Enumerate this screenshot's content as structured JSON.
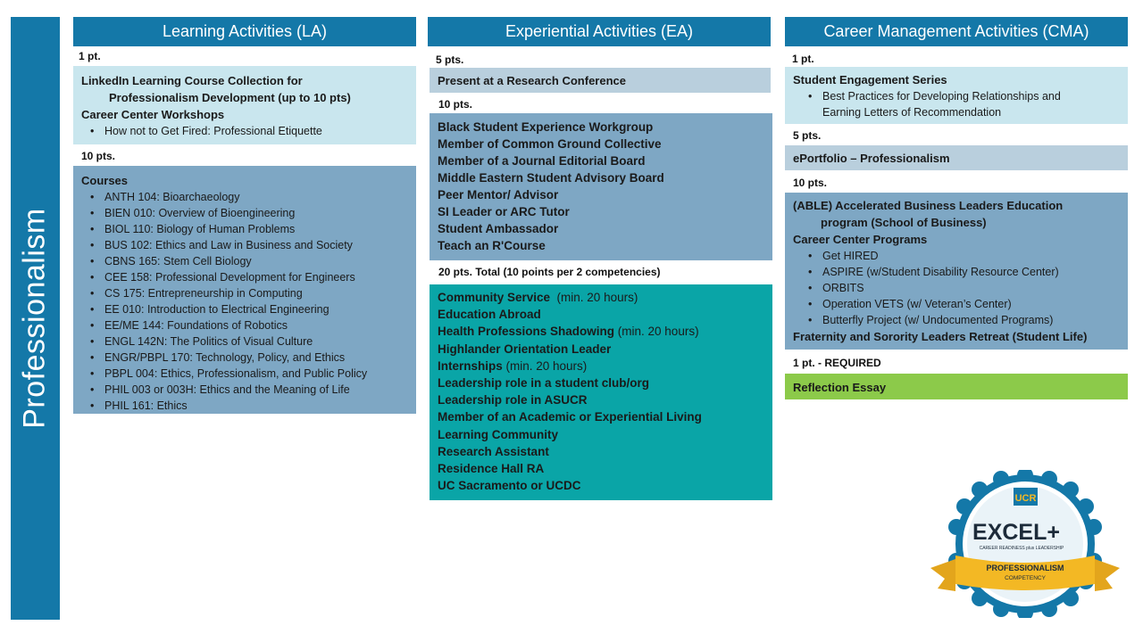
{
  "sidebar": {
    "title": "Professionalism"
  },
  "columns": {
    "la": {
      "header": "Learning Activities (LA)",
      "tier1_points": "1 pt.",
      "tier1_items": {
        "linkedin_line1": "LinkedIn Learning Course Collection for",
        "linkedin_line2": "Professionalism Development (up to 10 pts)",
        "workshops": "Career Center Workshops",
        "workshop_bullet": "How not to Get Fired: Professional Etiquette"
      },
      "tier2_points": "10 pts.",
      "courses_heading": "Courses",
      "courses": [
        "ANTH 104: Bioarchaeology",
        "BIEN 010: Overview of Bioengineering",
        "BIOL 110: Biology of Human Problems",
        "BUS 102: Ethics and Law in Business and Society",
        "CBNS 165: Stem Cell Biology",
        "CEE 158: Professional Development for Engineers",
        "CS 175: Entrepreneurship in Computing",
        "EE 010: Introduction to Electrical Engineering",
        "EE/ME 144: Foundations of Robotics",
        "ENGL 142N: The Politics of Visual Culture",
        "ENGR/PBPL 170: Technology, Policy, and Ethics",
        "PBPL 004: Ethics, Professionalism, and Public Policy",
        "PHIL 003 or 003H: Ethics and the Meaning of Life",
        "PHIL 161: Ethics"
      ]
    },
    "ea": {
      "header": "Experiential Activities (EA)",
      "tier1_points": "5 pts.",
      "tier1_item": "Present at a Research Conference",
      "tier2_points": "10 pts.",
      "tier2_items": [
        "Black Student Experience Workgroup",
        "Member of Common Ground Collective",
        "Member of a Journal Editorial Board",
        "Middle Eastern Student Advisory Board",
        "Peer Mentor/ Advisor",
        "SI Leader or ARC Tutor",
        "Student Ambassador",
        "Teach an R'Course"
      ],
      "tier3_points": "20 pts. Total (10 points per 2 competencies)",
      "tier3_items": [
        {
          "name": "Community Service",
          "note": "  (min. 20 hours)"
        },
        {
          "name": "Education Abroad",
          "note": ""
        },
        {
          "name": "Health Professions Shadowing",
          "note": " (min. 20 hours)"
        },
        {
          "name": "Highlander Orientation Leader",
          "note": ""
        },
        {
          "name": "Internships",
          "note": " (min. 20 hours)"
        },
        {
          "name": "Leadership role in a student club/org",
          "note": ""
        },
        {
          "name": "Leadership role in ASUCR",
          "note": ""
        },
        {
          "name": "Member of an Academic or Experiential Living",
          "note": ""
        },
        {
          "name": "Learning Community",
          "note": ""
        },
        {
          "name": "Research Assistant",
          "note": ""
        },
        {
          "name": "Residence Hall RA",
          "note": ""
        },
        {
          "name": "UC Sacramento or UCDC",
          "note": ""
        }
      ]
    },
    "cma": {
      "header": "Career Management Activities (CMA)",
      "tier1_points": "1 pt.",
      "tier1_heading": "Student Engagement Series",
      "tier1_bullet_line1": "Best Practices for Developing Relationships and",
      "tier1_bullet_line2": "Earning Letters of Recommendation",
      "tier2_points": "5 pts.",
      "tier2_item": "ePortfolio – Professionalism",
      "tier3_points": "10 pts.",
      "able_line1": "(ABLE) Accelerated Business Leaders Education",
      "able_line2": "program (School of Business)",
      "programs_heading": "Career Center Programs",
      "programs": [
        "Get HIRED",
        "ASPIRE (w/Student Disability Resource Center)",
        "ORBITS",
        "Operation VETS (w/ Veteran’s Center)",
        "Butterfly Project (w/ Undocumented Programs)"
      ],
      "retreat": "Fraternity and Sorority Leaders Retreat (Student Life)",
      "required_points": "1 pt. - REQUIRED",
      "required_item": "Reflection Essay"
    }
  },
  "badge": {
    "logo": "UCR",
    "brand": "EXCEL+",
    "tagline": "CAREER READINESS plus LEADERSHIP",
    "ribbon_line1": "PROFESSIONALISM",
    "ribbon_line2": "COMPETENCY"
  },
  "colors": {
    "header_blue": "#1478a8",
    "light_box": "#c9e6ee",
    "steel_box": "#b9cfdd",
    "mid_box": "#7ea7c4",
    "teal_box": "#0aa5a7",
    "green_box": "#8cca4a",
    "ribbon_gold": "#f3b824"
  }
}
